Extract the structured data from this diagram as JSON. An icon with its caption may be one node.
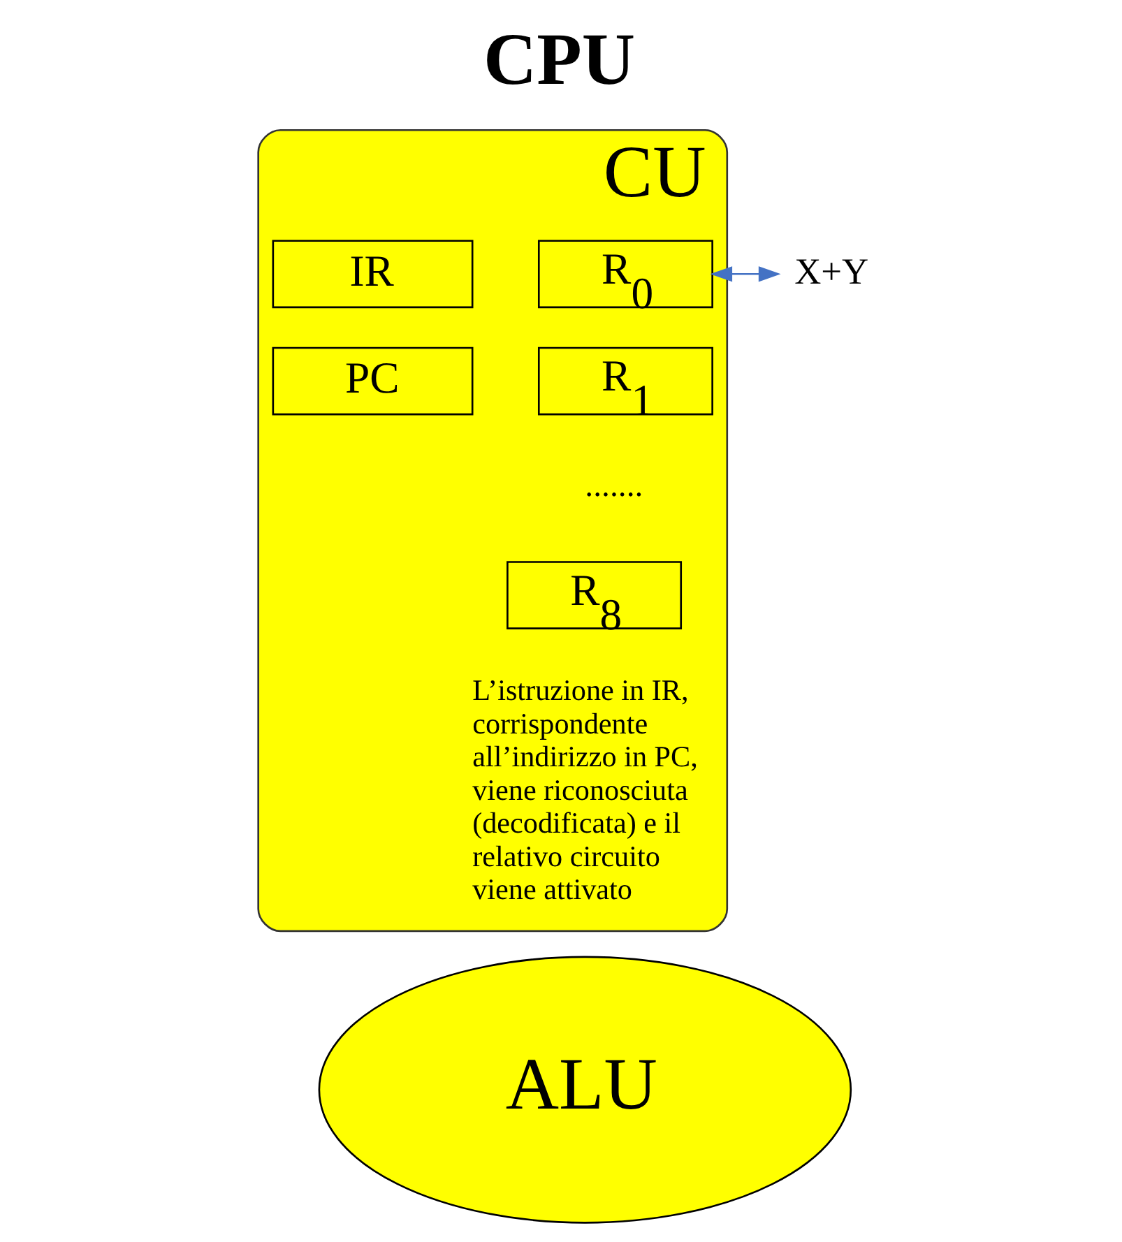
{
  "diagram": {
    "title": "CPU",
    "nodes": [
      {
        "text": [
          "CU"
        ]
      },
      {
        "text": [
          "R$_{0}$"
        ],
        "in": 0
      },
      {
        "text": [
          "R$_{1}$"
        ],
        "in": 0
      },
      {
        "text": [
          "R$_{8}$"
        ],
        "in": 0
      },
      {
        "text": [
          "IR"
        ],
        "in": 0
      },
      {
        "text": [
          "PC"
        ],
        "in": 0
      },
      {
        "text": [
          "ALU"
        ]
      },
      {
        "text": [
          "X+Y"
        ]
      }
    ],
    "edges": [
      {
        "from": 7,
        "to": 1,
        "arrow": "both",
        "color": "#4472c4"
      }
    ],
    "labels": [
      ".......",
      "L’istruzione in IR, corrispondente all’indirizzo in PC, viene riconosciuta (decodificata) e il relativo circuito viene attivato"
    ]
  }
}
